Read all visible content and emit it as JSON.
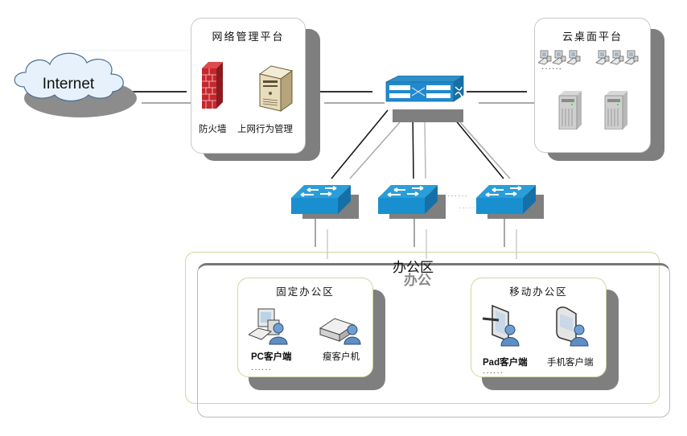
{
  "cloud": {
    "label": "Internet",
    "icon": "cloud-icon"
  },
  "network_mgmt": {
    "title": "网络管理平台",
    "items": [
      {
        "label": "防火墙",
        "icon": "firewall-icon"
      },
      {
        "label": "上网行为管理",
        "icon": "server-icon"
      }
    ]
  },
  "core_switch": {
    "icon": "core-switch-icon"
  },
  "cloud_desktop": {
    "title": "云桌面平台",
    "ellipsis": "······",
    "client_icons": 6,
    "server_icons": 2
  },
  "access_switches": {
    "count_shown": 3,
    "ellipsis": "······"
  },
  "office_zone": {
    "title": "办公区",
    "title_shadow": "办公",
    "fixed": {
      "title": "固定办公区",
      "items": [
        {
          "label": "PC客户端",
          "icon": "pc-user-icon"
        },
        {
          "label": "瘦客户机",
          "icon": "thin-client-user-icon"
        }
      ],
      "ellipsis": "······"
    },
    "mobile": {
      "title": "移动办公区",
      "items": [
        {
          "label": "Pad客户端",
          "icon": "pad-user-icon"
        },
        {
          "label": "手机客户端",
          "icon": "phone-user-icon"
        }
      ],
      "ellipsis": "······"
    }
  }
}
